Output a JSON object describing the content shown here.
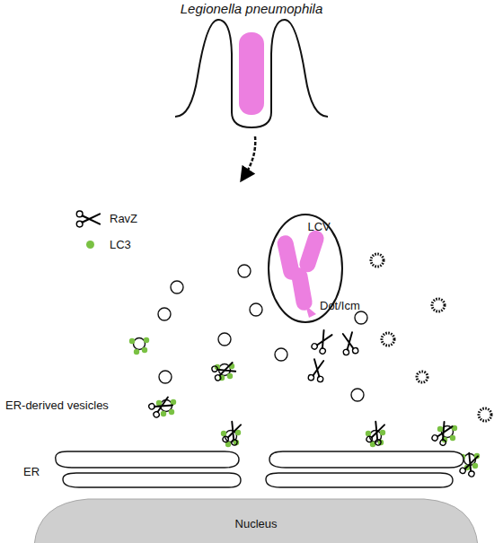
{
  "diagram": {
    "title": "Legionella pneumophila",
    "nodes": [
      {
        "text": [
          "LCV"
        ]
      },
      {
        "text": [
          "Nucleus"
        ]
      }
    ],
    "labels": [
      "Dot/Icm",
      "ER-derived vesicles",
      "ER"
    ],
    "legend": [
      {
        "text": "RavZ"
      },
      {
        "text": "LC3",
        "color": "#7ac143"
      }
    ]
  }
}
